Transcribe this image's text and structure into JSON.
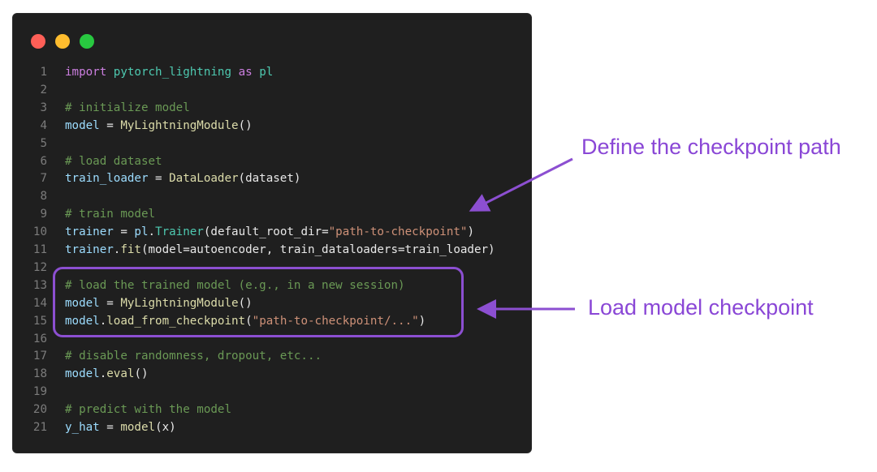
{
  "window": {
    "traffic_lights": [
      "close",
      "minimize",
      "maximize"
    ],
    "colors": {
      "close": "#fe5f57",
      "minimize": "#febc2e",
      "maximize": "#28c840",
      "background": "#1f1f1f"
    }
  },
  "code": {
    "lines": [
      {
        "n": "1",
        "tokens": [
          [
            "kw",
            "import"
          ],
          [
            "plain",
            " "
          ],
          [
            "cls",
            "pytorch_lightning"
          ],
          [
            "plain",
            " "
          ],
          [
            "kw",
            "as"
          ],
          [
            "plain",
            " "
          ],
          [
            "cls",
            "pl"
          ]
        ]
      },
      {
        "n": "2",
        "tokens": []
      },
      {
        "n": "3",
        "tokens": [
          [
            "cmt",
            "# initialize model"
          ]
        ]
      },
      {
        "n": "4",
        "tokens": [
          [
            "var",
            "model"
          ],
          [
            "plain",
            " = "
          ],
          [
            "fn",
            "MyLightningModule"
          ],
          [
            "plain",
            "()"
          ]
        ]
      },
      {
        "n": "5",
        "tokens": []
      },
      {
        "n": "6",
        "tokens": [
          [
            "cmt",
            "# load dataset"
          ]
        ]
      },
      {
        "n": "7",
        "tokens": [
          [
            "var",
            "train_loader"
          ],
          [
            "plain",
            " = "
          ],
          [
            "fn",
            "DataLoader"
          ],
          [
            "plain",
            "(dataset)"
          ]
        ]
      },
      {
        "n": "8",
        "tokens": []
      },
      {
        "n": "9",
        "tokens": [
          [
            "cmt",
            "# train model"
          ]
        ]
      },
      {
        "n": "10",
        "tokens": [
          [
            "var",
            "trainer"
          ],
          [
            "plain",
            " = "
          ],
          [
            "var",
            "pl"
          ],
          [
            "plain",
            "."
          ],
          [
            "cls",
            "Trainer"
          ],
          [
            "plain",
            "(default_root_dir="
          ],
          [
            "str",
            "\"path-to-checkpoint\""
          ],
          [
            "plain",
            ")"
          ]
        ]
      },
      {
        "n": "11",
        "tokens": [
          [
            "var",
            "trainer"
          ],
          [
            "plain",
            "."
          ],
          [
            "fn",
            "fit"
          ],
          [
            "plain",
            "(model=autoencoder, train_dataloaders=train_loader)"
          ]
        ]
      },
      {
        "n": "12",
        "tokens": []
      },
      {
        "n": "13",
        "tokens": [
          [
            "cmt",
            "# load the trained model (e.g., in a new session)"
          ]
        ]
      },
      {
        "n": "14",
        "tokens": [
          [
            "var",
            "model"
          ],
          [
            "plain",
            " = "
          ],
          [
            "fn",
            "MyLightningModule"
          ],
          [
            "plain",
            "()"
          ]
        ]
      },
      {
        "n": "15",
        "tokens": [
          [
            "var",
            "model"
          ],
          [
            "plain",
            "."
          ],
          [
            "fn",
            "load_from_checkpoint"
          ],
          [
            "plain",
            "("
          ],
          [
            "str",
            "\"path-to-checkpoint/...\""
          ],
          [
            "plain",
            ")"
          ]
        ]
      },
      {
        "n": "16",
        "tokens": []
      },
      {
        "n": "17",
        "tokens": [
          [
            "cmt",
            "# disable randomness, dropout, etc..."
          ]
        ]
      },
      {
        "n": "18",
        "tokens": [
          [
            "var",
            "model"
          ],
          [
            "plain",
            "."
          ],
          [
            "fn",
            "eval"
          ],
          [
            "plain",
            "()"
          ]
        ]
      },
      {
        "n": "19",
        "tokens": []
      },
      {
        "n": "20",
        "tokens": [
          [
            "cmt",
            "# predict with the model"
          ]
        ]
      },
      {
        "n": "21",
        "tokens": [
          [
            "var",
            "y_hat"
          ],
          [
            "plain",
            " = "
          ],
          [
            "fn",
            "model"
          ],
          [
            "plain",
            "(x)"
          ]
        ]
      }
    ]
  },
  "annotations": {
    "define_path": "Define the checkpoint path",
    "load_checkpoint": "Load model checkpoint",
    "color": "#8a47d6"
  }
}
